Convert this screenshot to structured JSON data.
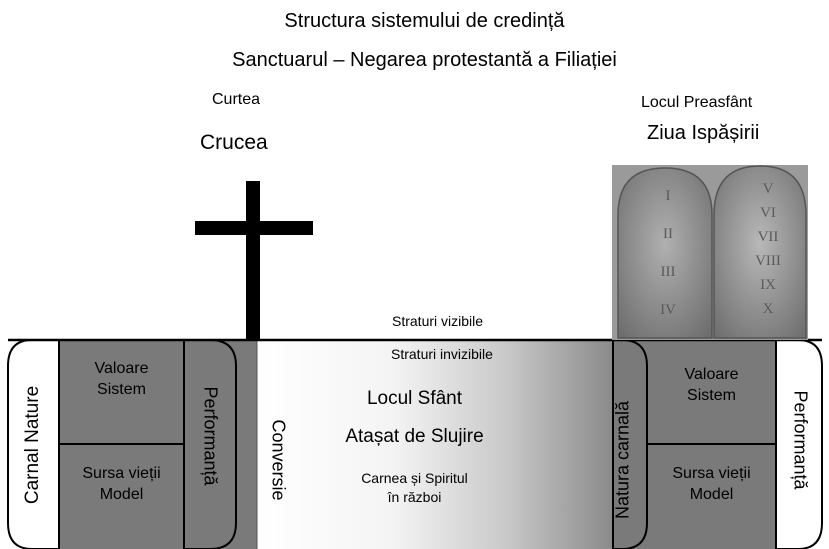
{
  "title": "Structura sistemului de credință",
  "subtitle": "Sanctuarul – Negarea protestantă a Filiației",
  "left_area": {
    "court_label": "Curtea",
    "cross_label": "Crucea",
    "carnal_label": "Carnal Nature",
    "value_label": "Valoare\nSistem",
    "source_label": "Sursa vieții\nModel",
    "performance_label": "Performanță"
  },
  "right_area": {
    "most_holy_label": "Locul Preasfânt",
    "day_label": "Ziua Ispășirii",
    "carnal_label": "Natura carnală",
    "value_label": "Valoare\nSistem",
    "source_label": "Sursa vieții\nModel",
    "performance_label": "Performanță",
    "tablet_left_numerals": [
      "I",
      "II",
      "III",
      "IV"
    ],
    "tablet_right_numerals": [
      "V",
      "VI",
      "VII",
      "VIII",
      "IX",
      "X"
    ]
  },
  "center": {
    "visible_layers": "Straturi vizibile",
    "invisible_layers": "Straturi invizibile",
    "holy_place": "Locul Sfânt",
    "attached": "Atașat de Slujire",
    "flesh_spirit": "Carnea și Spiritul\nîn război",
    "conversion": "Conversie"
  },
  "colors": {
    "cell_gray": "#7a7a7a",
    "tablet_gray": "#8c8c8c",
    "gradient_dark": "#7f7f7f"
  }
}
